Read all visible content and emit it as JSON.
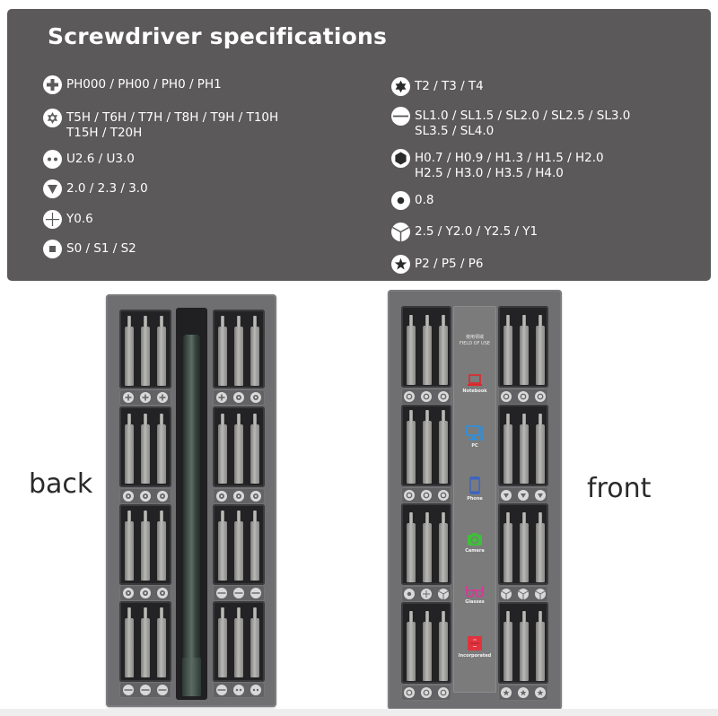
{
  "spec_panel": {
    "title": "Screwdriver specifications",
    "left_items": [
      {
        "icon": "phillips-icon",
        "line1": "PH000 / PH00 / PH0 / PH1",
        "line2": ""
      },
      {
        "icon": "torx-hollow-icon",
        "line1": "T5H / T6H / T7H / T8H / T9H / T10H",
        "line2": "T15H / T20H"
      },
      {
        "icon": "u-type-icon",
        "line1": "U2.6 / U3.0",
        "line2": ""
      },
      {
        "icon": "triangle-icon",
        "line1": "2.0 / 2.3 / 3.0",
        "line2": ""
      },
      {
        "icon": "y-cross-icon",
        "line1": "Y0.6",
        "line2": ""
      },
      {
        "icon": "square-icon",
        "line1": "S0 / S1 / S2",
        "line2": ""
      }
    ],
    "right_items": [
      {
        "icon": "torx-icon",
        "line1": "T2 / T3 / T4",
        "line2": ""
      },
      {
        "icon": "slotted-icon",
        "line1": "SL1.0 / SL1.5 / SL2.0 / SL2.5 / SL3.0",
        "line2": "SL3.5 / SL4.0"
      },
      {
        "icon": "hex-icon",
        "line1": "H0.7 / H0.9 / H1.3 / H1.5 / H2.0",
        "line2": "H2.5 / H3.0 / H3.5 / H4.0"
      },
      {
        "icon": "dot-icon",
        "line1": "0.8",
        "line2": ""
      },
      {
        "icon": "tri-wing-icon",
        "line1": "2.5 / Y2.0 / Y2.5 / Y1",
        "line2": ""
      },
      {
        "icon": "pentalobe-icon",
        "line1": "P2 / P5 / P6",
        "line2": ""
      }
    ]
  },
  "labels": {
    "back": "back",
    "front": "front"
  },
  "front_case": {
    "usage_header_cn": "使用领域",
    "usage_header_en": "FIELD OF USE",
    "usage_items": [
      {
        "label": "Notebook",
        "icon": "laptop-icon",
        "color": "#e0262b"
      },
      {
        "label": "PC",
        "icon": "monitor-icon",
        "color": "#2a8fe0"
      },
      {
        "label": "Phone",
        "icon": "phone-icon",
        "color": "#3a63c6"
      },
      {
        "label": "Camera",
        "icon": "camera-icon",
        "color": "#3fbf3a"
      },
      {
        "label": "Glasses",
        "icon": "glasses-icon",
        "color": "#e0329a"
      },
      {
        "label": "Incorporated",
        "icon": "cabinet-icon",
        "color": "#e0333e"
      }
    ]
  },
  "colors": {
    "panel_bg": "#5b595a",
    "case_gray": "#6f6f71",
    "handle_green": "#4a5a52"
  }
}
